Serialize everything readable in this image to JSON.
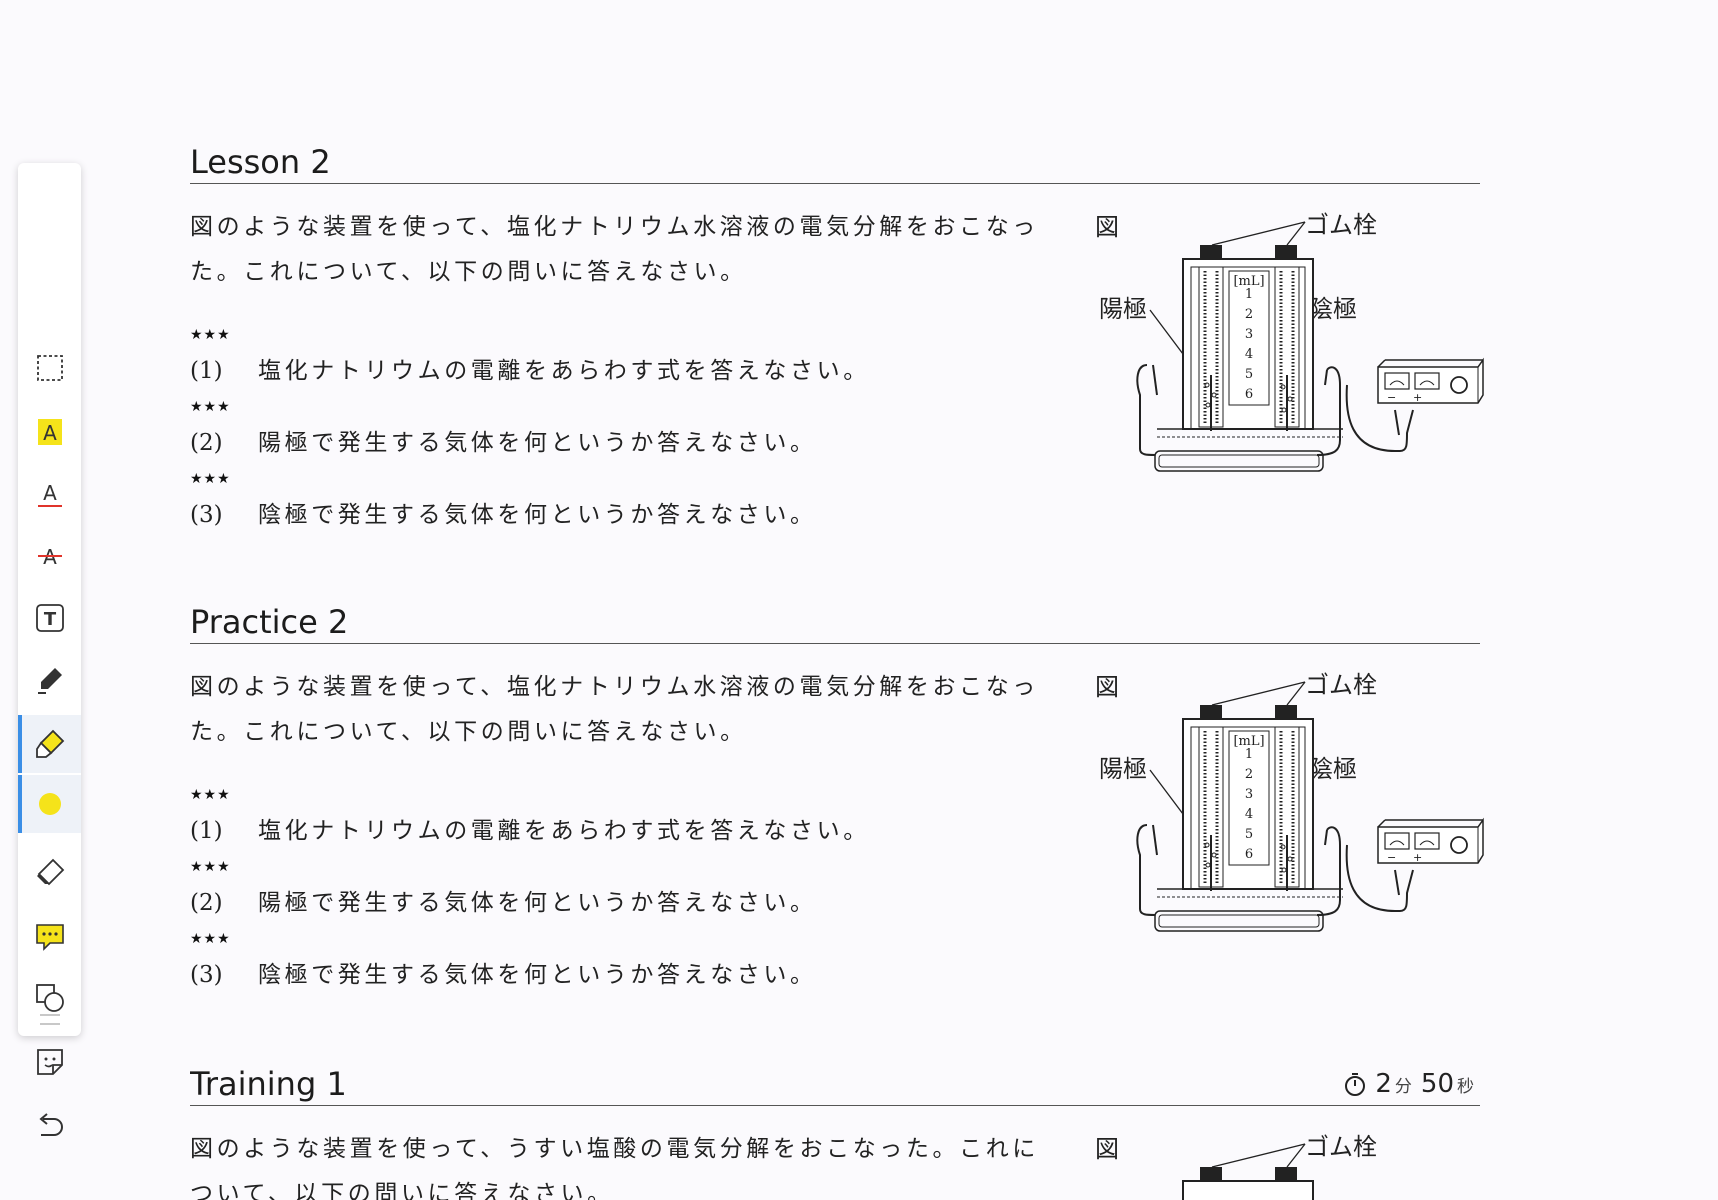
{
  "toolbar": {
    "tools": [
      {
        "name": "select-rect",
        "icon": "dashed-rect-icon"
      },
      {
        "name": "highlight-text",
        "icon": "highlight-a-icon"
      },
      {
        "name": "underline-text",
        "icon": "underline-a-icon"
      },
      {
        "name": "strikethrough-text",
        "icon": "strikethrough-a-icon"
      },
      {
        "name": "text-box",
        "icon": "text-box-icon"
      },
      {
        "name": "pen",
        "icon": "pen-icon"
      },
      {
        "name": "highlighter",
        "icon": "highlighter-icon",
        "active": true
      },
      {
        "name": "color",
        "icon": "color-dot-icon",
        "color": "#f5e31a"
      },
      {
        "name": "eraser",
        "icon": "eraser-icon"
      },
      {
        "name": "comment",
        "icon": "comment-icon"
      },
      {
        "name": "shapes",
        "icon": "shapes-icon"
      },
      {
        "name": "sticker",
        "icon": "sticker-icon"
      },
      {
        "name": "undo",
        "icon": "undo-icon"
      }
    ],
    "accent_color": "#3a8ee6"
  },
  "sections": [
    {
      "title": "Lesson 2",
      "intro": [
        "図のような装置を使って、塩化ナトリウム水溶液の電気分解をおこなっ",
        "た。これについて、以下の問いに答えなさい。"
      ],
      "questions": [
        {
          "stars": "★★★",
          "number": "(1)",
          "text": "塩化ナトリウムの電離をあらわす式を答えなさい。"
        },
        {
          "stars": "★★★",
          "number": "(2)",
          "text": "陽極で発生する気体を何というか答えなさい。"
        },
        {
          "stars": "★★★",
          "number": "(3)",
          "text": "陰極で発生する気体を何というか答えなさい。"
        }
      ],
      "figure": {
        "label": "図",
        "rubber": "ゴム栓",
        "anode": "陽極",
        "cathode": "陰極",
        "unit": "[mL]",
        "scale": [
          "1",
          "2",
          "3",
          "4",
          "5",
          "6"
        ]
      }
    },
    {
      "title": "Practice 2",
      "intro": [
        "図のような装置を使って、塩化ナトリウム水溶液の電気分解をおこなっ",
        "た。これについて、以下の問いに答えなさい。"
      ],
      "questions": [
        {
          "stars": "★★★",
          "number": "(1)",
          "text": "塩化ナトリウムの電離をあらわす式を答えなさい。"
        },
        {
          "stars": "★★★",
          "number": "(2)",
          "text": "陽極で発生する気体を何というか答えなさい。"
        },
        {
          "stars": "★★★",
          "number": "(3)",
          "text": "陰極で発生する気体を何というか答えなさい。"
        }
      ],
      "figure": {
        "label": "図",
        "rubber": "ゴム栓",
        "anode": "陽極",
        "cathode": "陰極",
        "unit": "[mL]",
        "scale": [
          "1",
          "2",
          "3",
          "4",
          "5",
          "6"
        ]
      }
    },
    {
      "title": "Training 1",
      "timer": {
        "minutes": "2",
        "minutes_unit": "分",
        "seconds": "50",
        "seconds_unit": "秒"
      },
      "intro": [
        "図のような装置を使って、うすい塩酸の電気分解をおこなった。これに",
        "ついて、以下の問いに答えなさい。"
      ],
      "figure": {
        "label": "図",
        "rubber": "ゴム栓"
      }
    }
  ]
}
